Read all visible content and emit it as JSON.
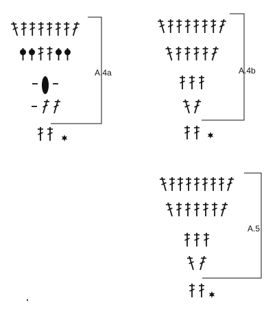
{
  "colors": {
    "ink": "#111111",
    "background": "#ffffff"
  },
  "legend_marks": {
    "stitch_symbol": "dagger-cross-icon",
    "chain_symbol": "chain-dash-icon",
    "puff_symbol": "bobble-icon",
    "oval_symbol": "oval-puff-icon",
    "start_marker": "star-icon"
  },
  "charts": [
    {
      "id": "a4a",
      "label": "A.4a",
      "rows": [
        [
          "st",
          "st",
          "st",
          "st",
          "st",
          "st",
          "st",
          "st"
        ],
        [
          "dot",
          "dot",
          "st",
          "st",
          "dot",
          "dot"
        ],
        [
          "chain",
          "oval",
          "chain"
        ],
        [
          "chain",
          "st",
          "st"
        ],
        [
          "st",
          "st"
        ]
      ]
    },
    {
      "id": "a4b",
      "label": "A.4b",
      "rows": [
        [
          "st",
          "st",
          "st",
          "st",
          "st",
          "st",
          "st",
          "st"
        ],
        [
          "st",
          "st",
          "st",
          "st",
          "st",
          "st"
        ],
        [
          "st",
          "st",
          "st"
        ],
        [
          "st",
          "st"
        ],
        [
          "st",
          "st"
        ]
      ]
    },
    {
      "id": "a5",
      "label": "A.5",
      "rows": [
        [
          "st",
          "st",
          "st",
          "st",
          "st",
          "st",
          "st",
          "st",
          "st"
        ],
        [
          "st",
          "st",
          "st",
          "st",
          "st",
          "st",
          "st"
        ],
        [
          "st",
          "st",
          "st"
        ],
        [
          "st",
          "st"
        ],
        [
          "st",
          "st"
        ]
      ]
    }
  ]
}
